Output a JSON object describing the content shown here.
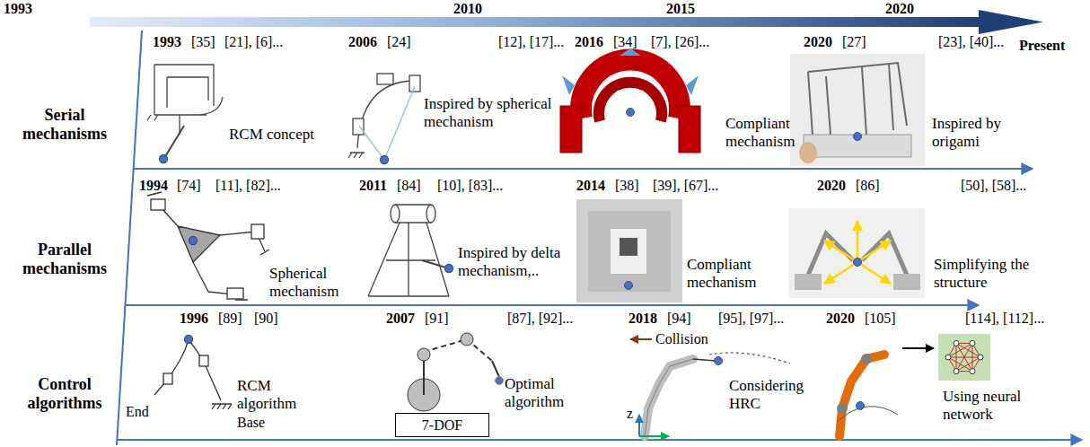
{
  "diagram": {
    "nodes": [
      {
        "text": [
          "7-DOF"
        ]
      }
    ],
    "labels": [
      "1993",
      "2010",
      "2015",
      "2020",
      "Present",
      "Serial mechanisms",
      "1993",
      "[35]",
      "[21], [6]...",
      "RCM concept",
      "2006",
      "[24]",
      "[12], [17]...",
      "Inspired by spherical mechanism",
      "2016",
      "[34]",
      "[7], [26]...",
      "Compliant mechanism",
      "2020",
      "[27]",
      "[23], [40]...",
      "Inspired by origami",
      "Parallel mechanisms",
      "1994",
      "[74]",
      "[11], [82]...",
      "Spherical mechanism",
      "2011",
      "[84]",
      "[10], [83]...",
      "Inspired by delta mechanism,..",
      "2014",
      "[38]",
      "[39], [67]...",
      "Compliant mechanism",
      "2020",
      "[86]",
      "[50], [58]...",
      "Simplifying the structure",
      "Control algorithms",
      "1996",
      "[89]",
      "[90]",
      "End",
      "Base",
      "RCM algorithm",
      "2007",
      "[91]",
      "[87], [92]...",
      "Optimal algorithm",
      "2018",
      "[94]",
      "[95], [97]...",
      "Collision",
      "Considering HRC",
      "z",
      "2020",
      "[105]",
      "[114], [112]...",
      "Using neural network"
    ]
  }
}
